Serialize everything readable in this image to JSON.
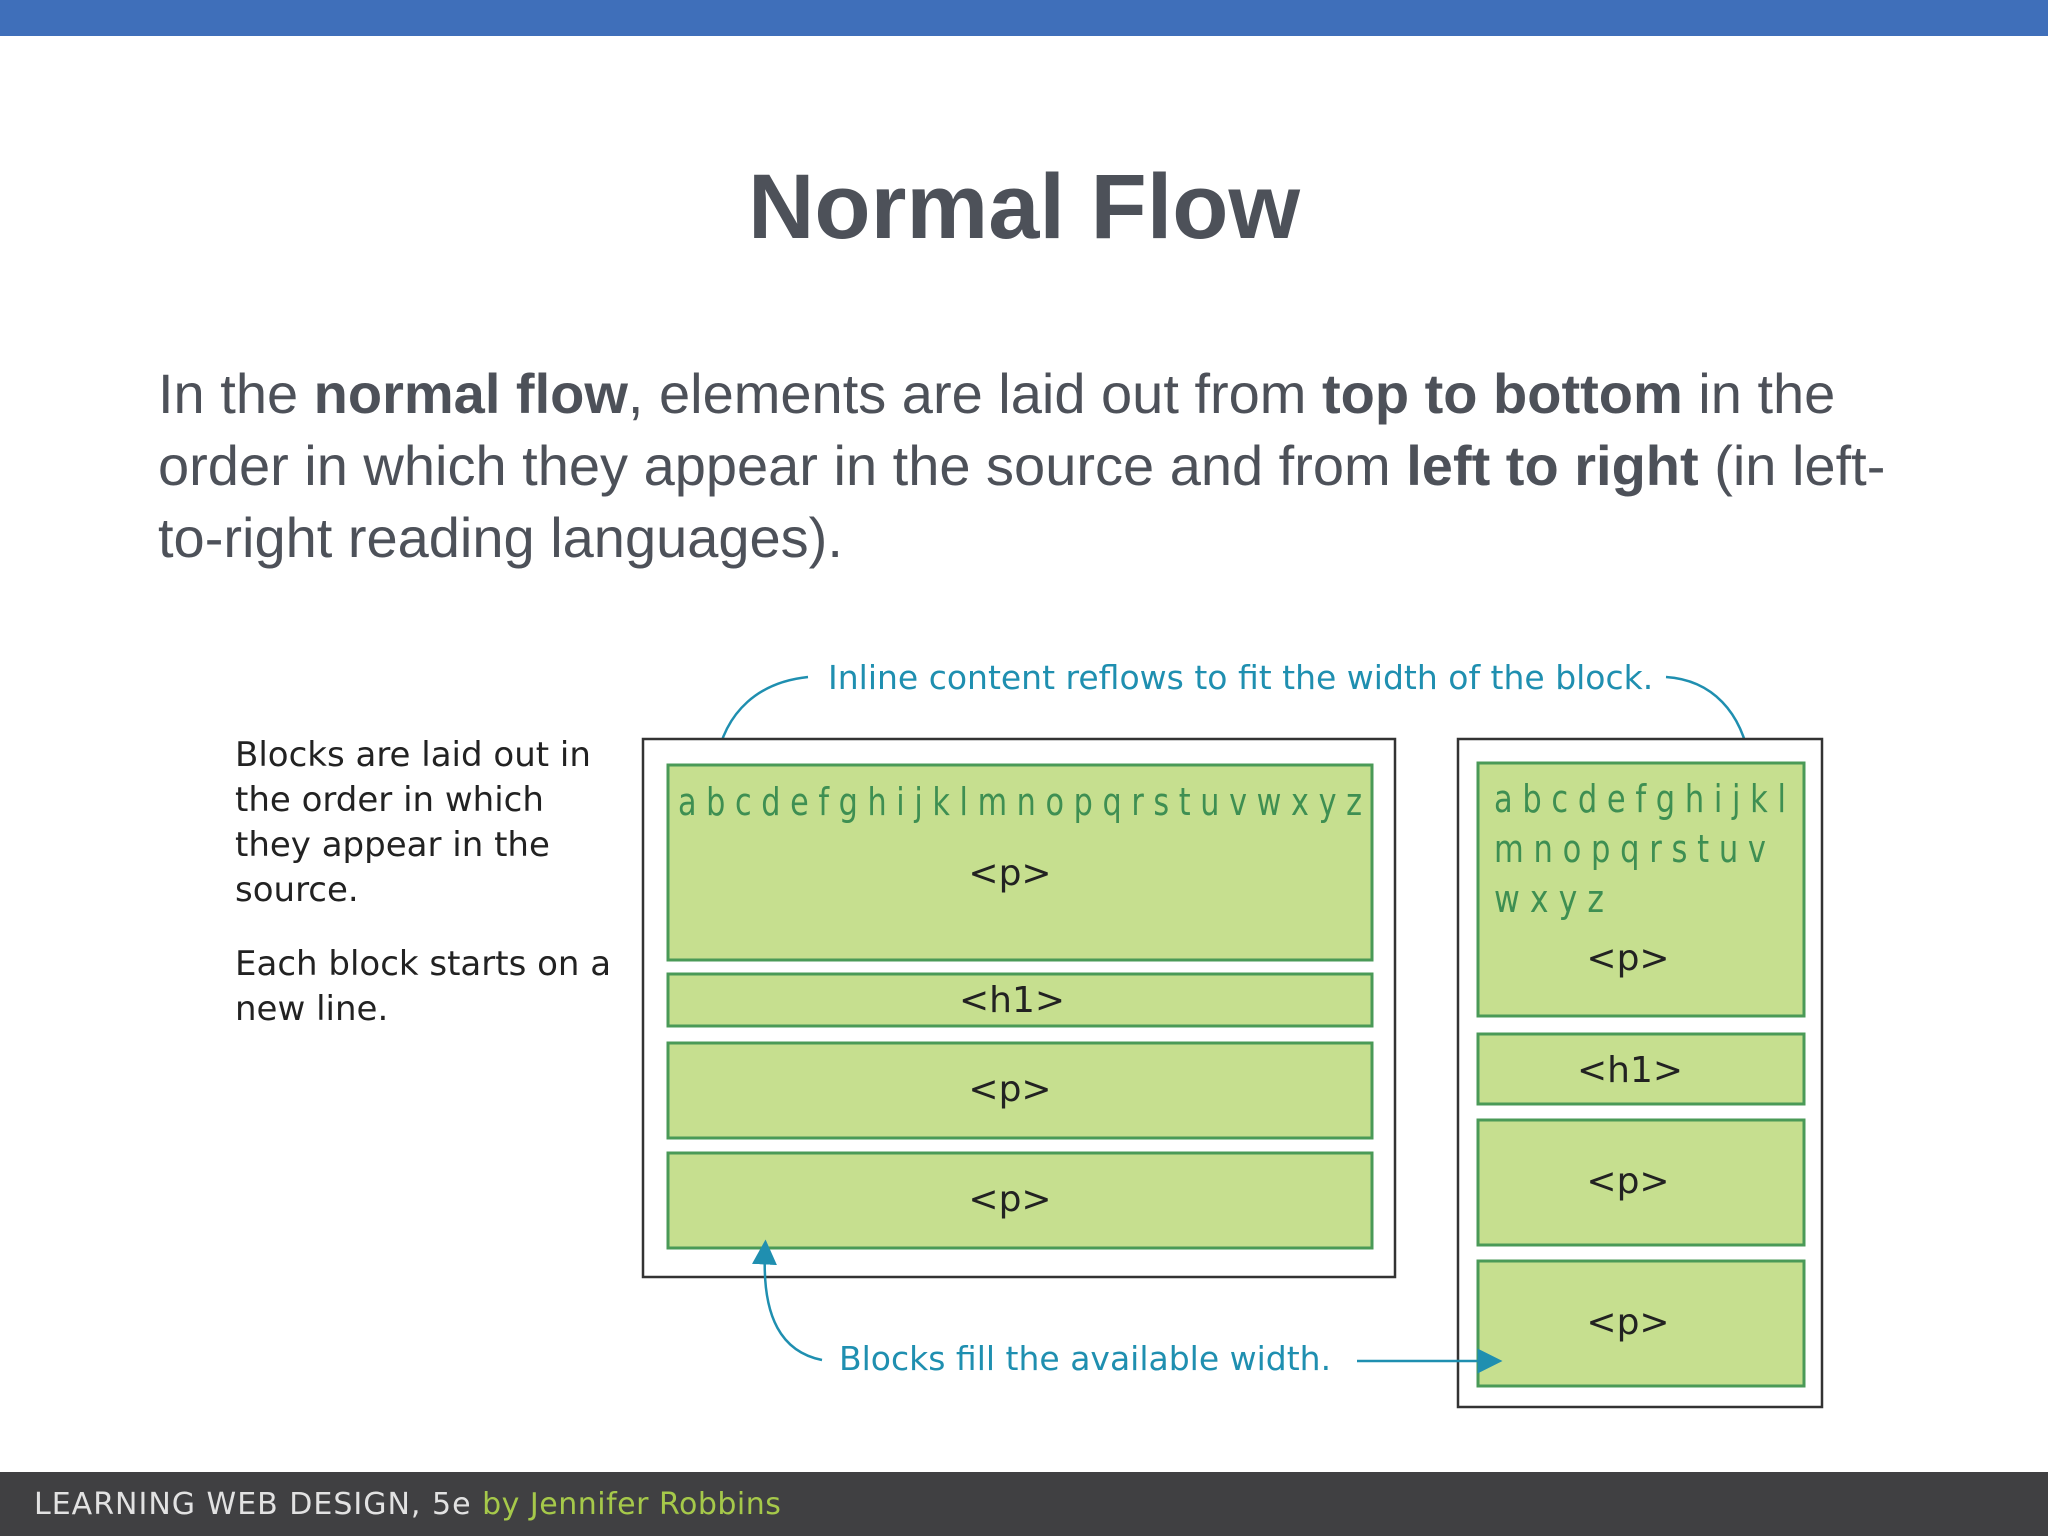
{
  "slide": {
    "title": "Normal Flow",
    "intro": {
      "p1": "In the ",
      "b1": "normal flow",
      "p2": ", elements are laid out from ",
      "b2": "top to bottom",
      "p3": " in the order in which they appear in the source and from ",
      "b3": "left to right",
      "p4": " (in left-to-right reading languages)."
    }
  },
  "figure": {
    "callout_top": "Inline content reflows to fit the width of the block.",
    "callout_bottom": "Blocks fill the available width.",
    "side_note_1": [
      "Blocks are laid out in",
      "the order in which",
      "they appear in the",
      "source."
    ],
    "side_note_2": [
      "Each block starts on a",
      "new line."
    ],
    "wide_alphabet": "a b c d e f g h i j k l m n o p q r s t u v w x y z",
    "narrow_alphabet": [
      "a b c d e f g h i j k l",
      "m n o p q r s t u v",
      "w x y z"
    ],
    "tag_p": "<p>",
    "tag_h1": "<h1>",
    "colors": {
      "block_fill": "#c6df8f",
      "block_border": "#4a9a57",
      "callout": "#1f8fb0",
      "alphabet": "#3e8f52"
    }
  },
  "footer": {
    "book": "LEARNING WEB DESIGN, 5e",
    "author": "by Jennifer Robbins"
  }
}
